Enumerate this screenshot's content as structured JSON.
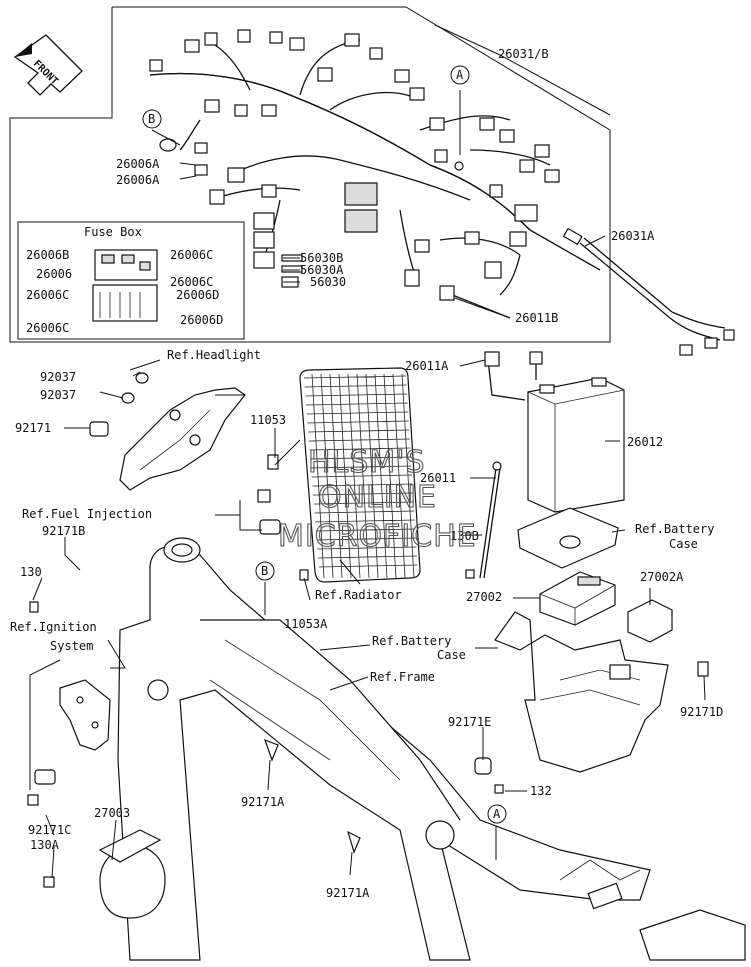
{
  "front_label": "FRONT",
  "markers": {
    "a": "A",
    "b": "B"
  },
  "labels": {
    "l26031b": "26031/B",
    "l26006a": "26006A",
    "l56030b": "56030B",
    "l56030a": "56030A",
    "l56030": "56030",
    "l26031a": "26031A",
    "l26011b": "26011B",
    "fuse_box": "Fuse Box",
    "l26006b": "26006B",
    "l26006c": "26006C",
    "l26006": "26006",
    "l26006d": "26006D",
    "ref_headlight": "Ref.Headlight",
    "l92037": "92037",
    "l92171": "92171",
    "l11053": "11053",
    "l26011a": "26011A",
    "l26012": "26012",
    "l26011": "26011",
    "ref_fuel_injection": "Ref.Fuel Injection",
    "l92171b": "92171B",
    "l130b": "130B",
    "ref_battery": "Ref.Battery",
    "case": "Case",
    "l130": "130",
    "l27002": "27002",
    "l27002a": "27002A",
    "ref_radiator": "Ref.Radiator",
    "ref_ignition": "Ref.Ignition",
    "system": "System",
    "l11053a": "11053A",
    "ref_frame": "Ref.Frame",
    "l92171d": "92171D",
    "l92171e": "92171E",
    "l132": "132",
    "l92171a": "92171A",
    "l27003": "27003",
    "l92171c": "92171C",
    "l130a": "130A"
  },
  "watermark": {
    "line1": "HLSM'S",
    "line2": "ONLINE",
    "line3": "MICROFICHE"
  }
}
